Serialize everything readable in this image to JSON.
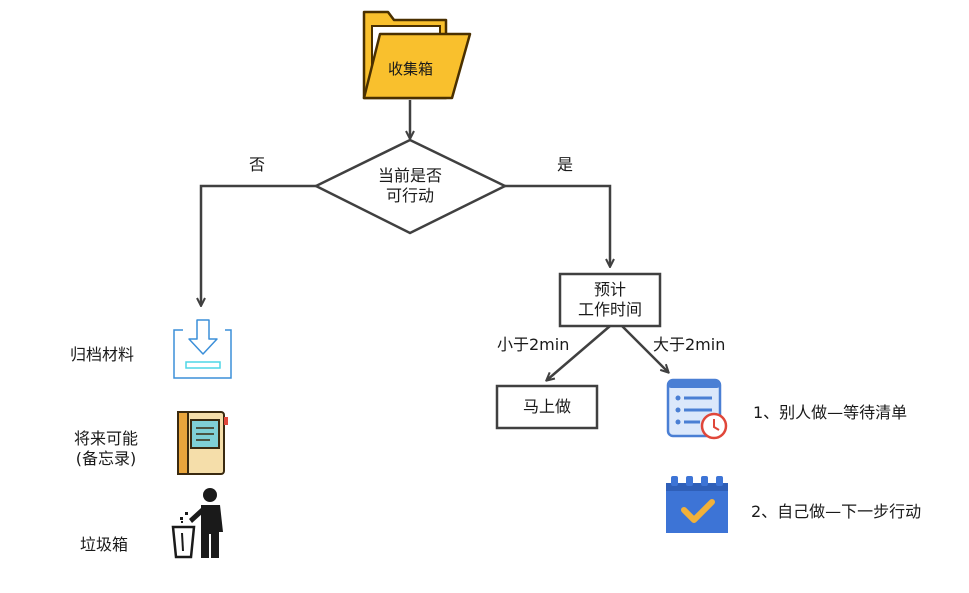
{
  "inbox": {
    "label": "收集箱"
  },
  "decision": {
    "line1": "当前是否",
    "line2": "可行动"
  },
  "branches": {
    "no": "否",
    "yes": "是"
  },
  "estimate": {
    "line1": "预计",
    "line2": "工作时间"
  },
  "durations": {
    "short": "小于2min",
    "long": "大于2min"
  },
  "actions": {
    "do_now": "马上做",
    "delegate": "1、别人做—等待清单",
    "self": "2、自己做—下一步行动"
  },
  "non_actionable": {
    "archive": "归档材料",
    "someday_line1": "将来可能",
    "someday_line2": "(备忘录)",
    "trash": "垃圾箱"
  },
  "colors": {
    "line": "#404040",
    "folder": "#f9c02d",
    "folder_stroke": "#4a3000",
    "archive_blue": "#3b8fd9",
    "archive_cyan": "#4fd6e6",
    "list_blue": "#4a7fd4",
    "list_light": "#dbe8fb",
    "clock_red": "#e0473a",
    "calendar_blue": "#3d74d6",
    "calendar_check": "#f2b13a",
    "book_tan": "#f5deaa",
    "book_spine": "#e9a53c",
    "book_teal": "#7fd0d6",
    "trash_dark": "#1a1a1a"
  }
}
